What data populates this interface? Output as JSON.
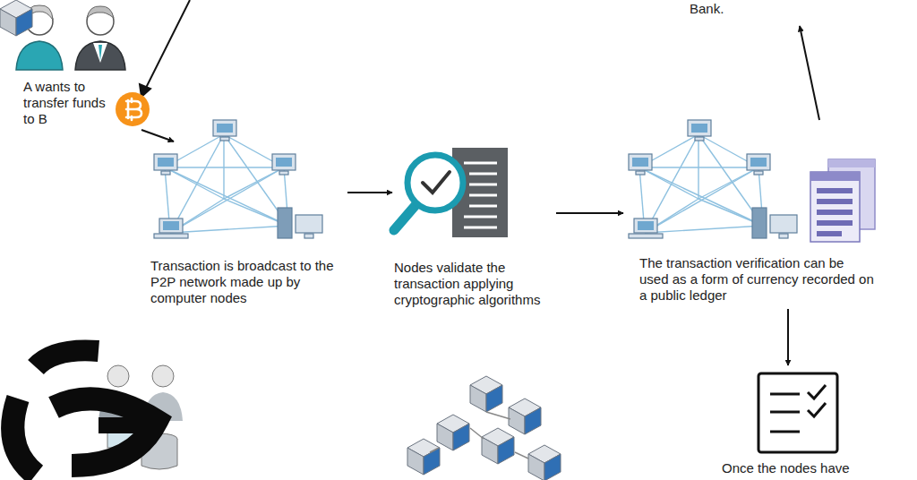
{
  "diagram": {
    "nodes": [
      {
        "text": [
          "A wants to transfer funds to B"
        ]
      },
      {
        "text": [
          "Transaction is broadcast to the P2P network made up by computer nodes"
        ]
      },
      {
        "text": [
          "Nodes validate the transaction applying cryptographic algorithms"
        ]
      },
      {
        "text": [
          "The transaction verification can be used as a form of currency recorded on a public ledger"
        ]
      },
      {
        "text": [
          "Bank."
        ]
      },
      {
        "text": [
          "Once the nodes have"
        ]
      }
    ],
    "edges": [
      {
        "from": 0,
        "to": 1,
        "arrow": "to"
      },
      {
        "from": 1,
        "to": 2,
        "arrow": "to"
      },
      {
        "from": 2,
        "to": 3,
        "arrow": "to"
      },
      {
        "from": 3,
        "to": 4,
        "arrow": "to"
      },
      {
        "from": 3,
        "to": 5,
        "arrow": "to"
      }
    ]
  }
}
